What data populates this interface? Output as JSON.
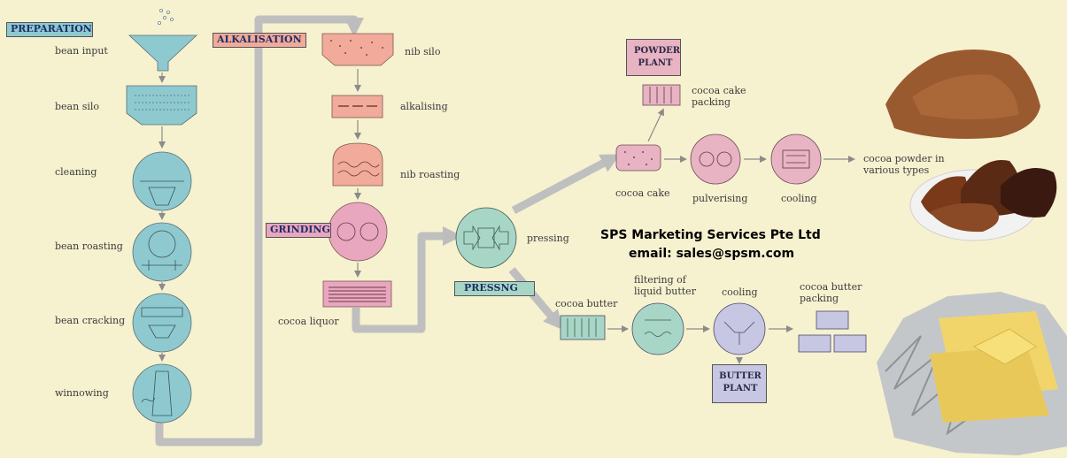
{
  "sections": {
    "preparation": "PREPARATION",
    "alkalisation": "ALKALISATION",
    "grinding": "GRINDING",
    "pressing": "PRESSNG",
    "powder_plant": "POWDER PLANT",
    "butter_plant": "BUTTER PLANT"
  },
  "steps": {
    "bean_input": "bean input",
    "bean_silo": "bean silo",
    "cleaning": "cleaning",
    "bean_roasting": "bean roasting",
    "bean_cracking": "bean cracking",
    "winnowing": "winnowing",
    "nib_silo": "nib silo",
    "alkalising": "alkalising",
    "nib_roasting": "nib roasting",
    "cocoa_liquor": "cocoa liquor",
    "pressing": "pressing",
    "cocoa_cake": "cocoa cake",
    "cocoa_cake_packing": "cocoa cake packing",
    "pulverising": "pulverising",
    "cooling_powder": "cooling",
    "cocoa_powder": "cocoa powder in various types",
    "cocoa_butter": "cocoa butter",
    "filtering": "filtering of liquid butter",
    "cooling_butter": "cooling",
    "butter_packing": "cocoa butter packing"
  },
  "company": {
    "name": "SPS Marketing Services Pte Ltd",
    "email": "email: sales@spsm.com"
  },
  "colors": {
    "background": "#f6f1cf",
    "preparation": "#8ec9d0",
    "alkalisation": "#f2aa9a",
    "grinding": "#e9a6bf",
    "pressing": "#a8d6c6",
    "powder": "#e8b3c3",
    "butter": "#c7c6e3",
    "arrow": "#b9b9b9"
  }
}
